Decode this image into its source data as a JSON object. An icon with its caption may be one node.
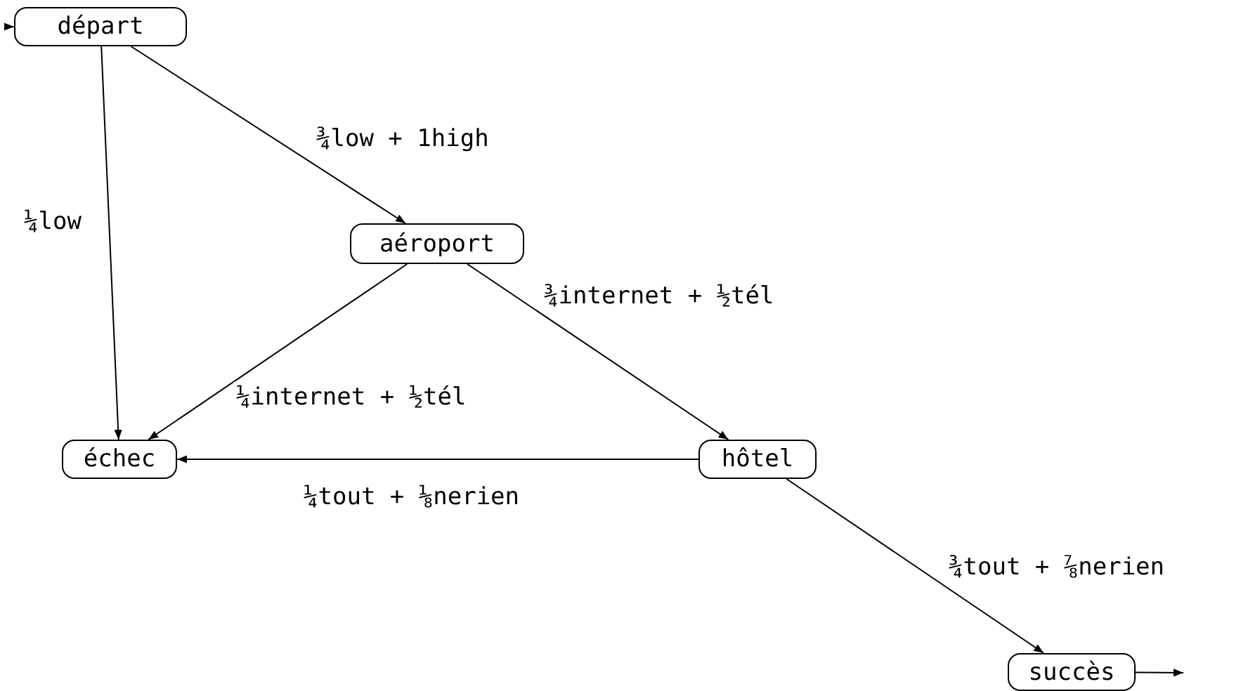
{
  "diagram": {
    "nodes": [
      {
        "text": [
          "départ"
        ]
      },
      {
        "text": [
          "aéroport"
        ]
      },
      {
        "text": [
          "échec"
        ]
      },
      {
        "text": [
          "hôtel"
        ]
      },
      {
        "text": [
          "succès"
        ]
      }
    ],
    "edges": [
      {
        "from": null,
        "to": 0,
        "arrow": "to"
      },
      {
        "from": 0,
        "to": 2,
        "arrow": "to",
        "label": "¼low"
      },
      {
        "from": 0,
        "to": 1,
        "arrow": "to",
        "label": "¾low + 1high"
      },
      {
        "from": 1,
        "to": 2,
        "arrow": "to",
        "label": "¼internet + ½tél"
      },
      {
        "from": 1,
        "to": 3,
        "arrow": "to",
        "label": "¾internet + ½tél"
      },
      {
        "from": 3,
        "to": 2,
        "arrow": "to",
        "label": "¼tout + ⅛nerien"
      },
      {
        "from": 3,
        "to": 4,
        "arrow": "to",
        "label": "¾tout + ⅞nerien"
      },
      {
        "from": 4,
        "to": null,
        "arrow": "to"
      }
    ]
  }
}
